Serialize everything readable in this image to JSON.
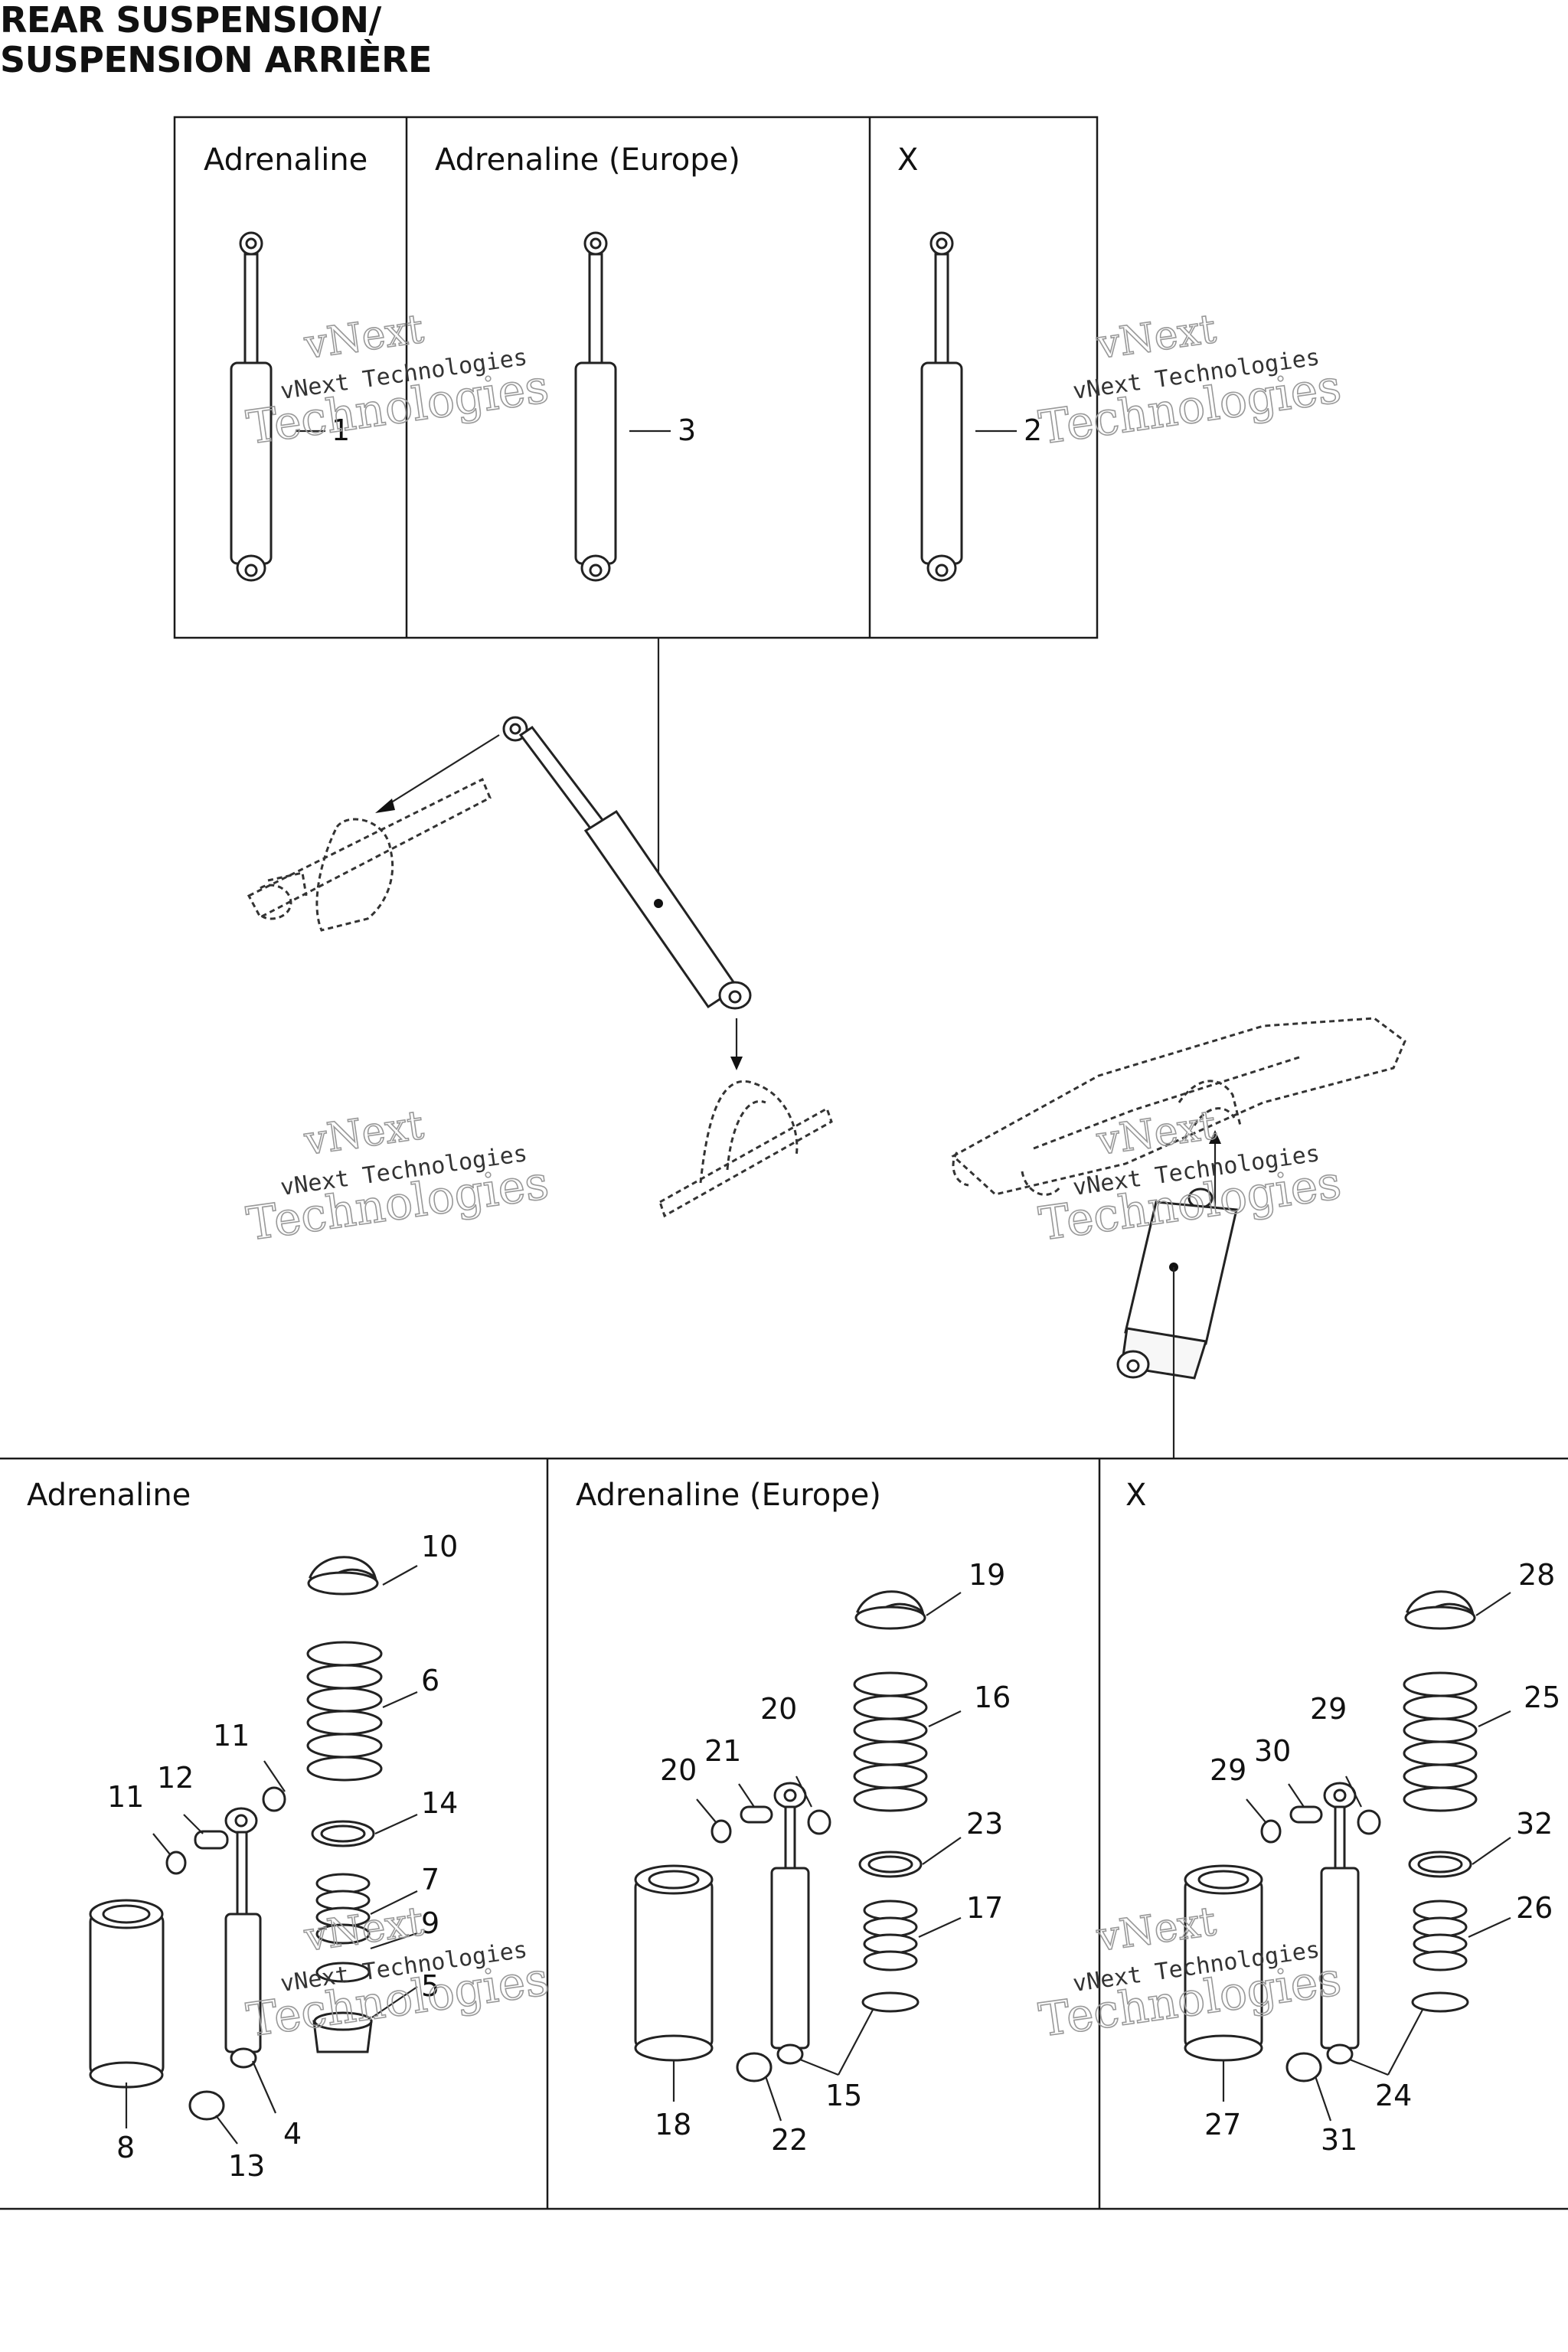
{
  "title": {
    "line1": "REAR SUSPENSION/",
    "line2": "SUSPENSION ARRIÈRE"
  },
  "top_panels": [
    "Adrenaline",
    "Adrenaline (Europe)",
    "X"
  ],
  "bottom_panels": [
    "Adrenaline",
    "Adrenaline (Europe)",
    "X"
  ],
  "watermark": {
    "brand": "vNext",
    "company": "vNext Technologies",
    "word": "Technologies"
  },
  "callouts": {
    "top": [
      "1",
      "3",
      "2"
    ],
    "bottom_adrenaline": [
      "10",
      "6",
      "11",
      "12",
      "11",
      "14",
      "7",
      "9",
      "5",
      "8",
      "13",
      "4"
    ],
    "bottom_europe": [
      "19",
      "16",
      "20",
      "21",
      "20",
      "23",
      "17",
      "18",
      "22",
      "15"
    ],
    "bottom_x": [
      "28",
      "25",
      "29",
      "30",
      "29",
      "32",
      "26",
      "27",
      "31",
      "24"
    ]
  },
  "colors": {
    "line": "#222222",
    "watermark": "#999999"
  }
}
